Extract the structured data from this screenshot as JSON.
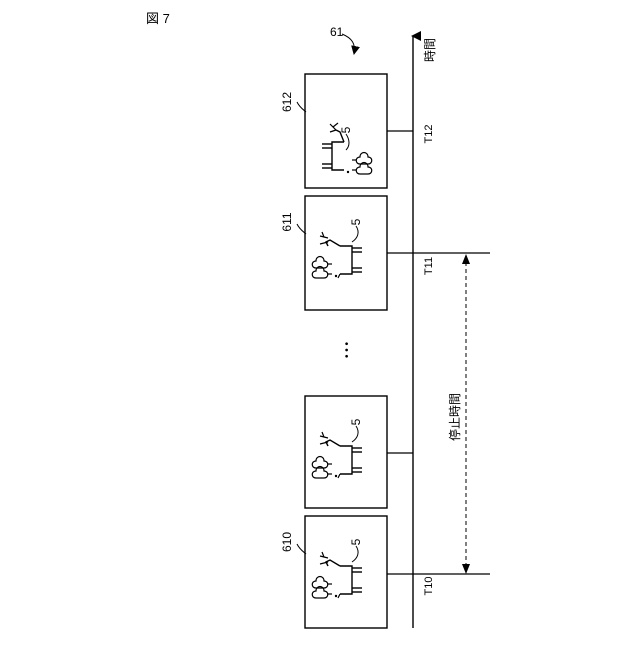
{
  "figure": {
    "label": "図 7"
  },
  "diagram": {
    "sequence_ref": "61",
    "axis_label": "時間",
    "stop_label": "停止時間",
    "ellipsis": "• • •",
    "frames": [
      {
        "ref": "612",
        "subject_ref": "5",
        "time": "T12",
        "pose": "head-down"
      },
      {
        "ref": "611",
        "subject_ref": "5",
        "time": "T11",
        "pose": "head-up"
      },
      {
        "ref": "",
        "subject_ref": "5",
        "time": "",
        "pose": "head-up"
      },
      {
        "ref": "610",
        "subject_ref": "5",
        "time": "T10",
        "pose": "head-up"
      }
    ],
    "colors": {
      "ink": "#000000",
      "paper": "#ffffff"
    }
  }
}
